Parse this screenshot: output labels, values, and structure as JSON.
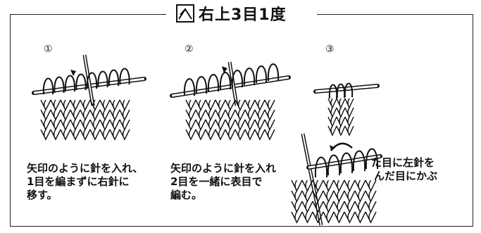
{
  "title": "右上3目1度",
  "title_symbol": "right-up-decrease-symbol",
  "steps": [
    {
      "number": "①",
      "caption_lines": [
        "矢印のように針を入れ、",
        "1目を編まずに右針に",
        "移す。"
      ]
    },
    {
      "number": "②",
      "caption_lines": [
        "矢印のように針を入れ",
        "2目を一緒に表目で",
        "編む。"
      ]
    },
    {
      "number": "③",
      "caption_lines": [
        "た目に左針を",
        "んだ目にかぶ"
      ]
    }
  ]
}
